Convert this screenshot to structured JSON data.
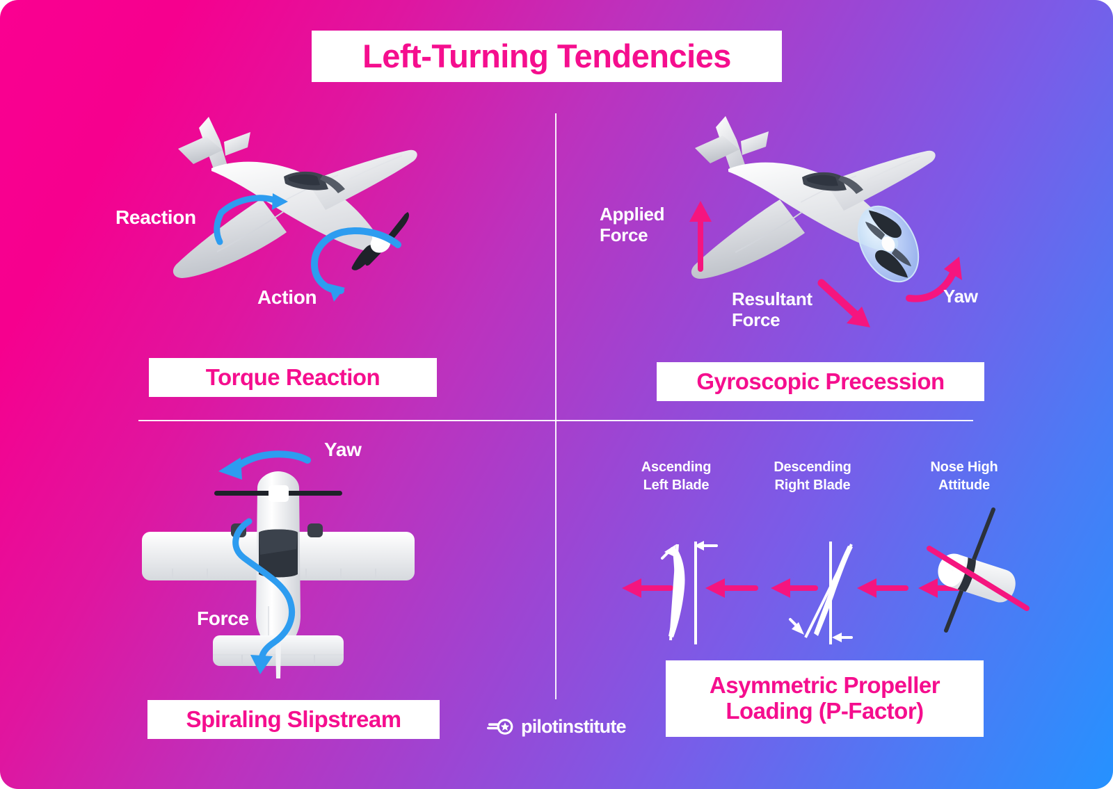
{
  "poster": {
    "title": "Left-Turning Tendencies",
    "background": {
      "start_color": "#FA0091",
      "mid_color": "#9B46D4",
      "end_color": "#2592FF"
    },
    "accent_pink": "#F50E8E",
    "arrow_blue": "#2D9CF0",
    "arrow_pink": "#F5157F",
    "divider_color": "#FFFFFF"
  },
  "quadrants": {
    "top_left": {
      "banner": "Torque Reaction",
      "labels": {
        "reaction": "Reaction",
        "action": "Action"
      },
      "illustration": "three-quarter-view-propeller-airplane"
    },
    "top_right": {
      "banner": "Gyroscopic Precession",
      "labels": {
        "applied_force": "Applied\nForce",
        "resultant_force": "Resultant\nForce",
        "yaw": "Yaw"
      },
      "illustration": "three-quarter-view-airplane-with-spinning-propeller-disc"
    },
    "bottom_left": {
      "banner": "Spiraling Slipstream",
      "labels": {
        "yaw": "Yaw",
        "force": "Force"
      },
      "illustration": "top-down-airplane-with-helical-slipstream"
    },
    "bottom_right": {
      "banner": "Asymmetric Propeller\nLoading (P-Factor)",
      "labels": {
        "ascending_left_blade": "Ascending\nLeft Blade",
        "descending_right_blade": "Descending\nRight Blade",
        "nose_high_attitude": "Nose High\nAttitude"
      },
      "illustration": "blade-cross-sections-with-relative-wind-arrows"
    }
  },
  "footer": {
    "logo_text": "pilotinstitute",
    "logo_icon": "winged-star-badge-icon"
  }
}
